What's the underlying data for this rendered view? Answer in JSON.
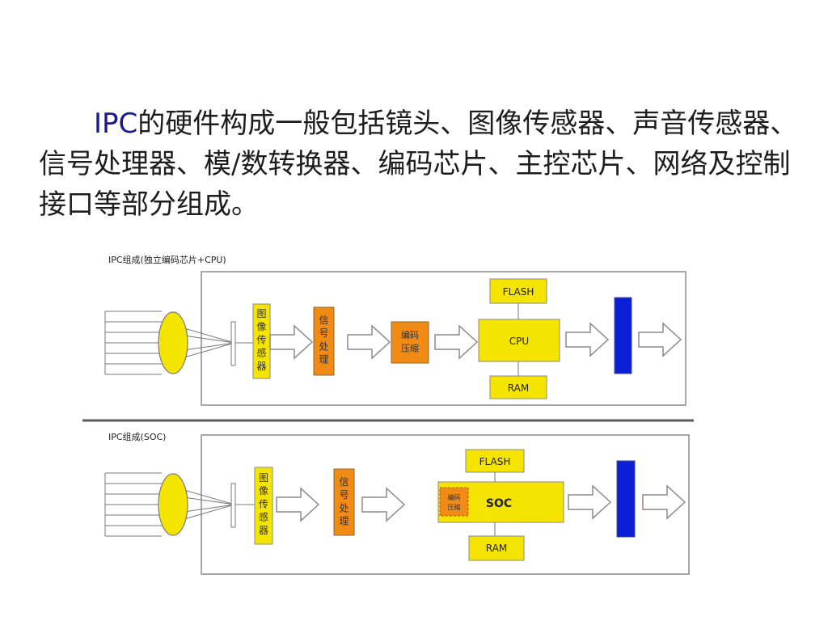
{
  "paragraph": {
    "lead": "IPC",
    "text": "的硬件构成一般包括镜头、图像传感器、声音传感器、信号处理器、模/数转换器、编码芯片、主控芯片、网络及控制接口等部分组成。"
  },
  "diagram_top": {
    "title": "IPC组成(独立编码芯片+CPU)",
    "sensor_label": "图像传感器",
    "signal_label": "信号处理",
    "encode_label": "编码压缩",
    "flash_label": "FLASH",
    "cpu_label": "CPU",
    "ram_label": "RAM"
  },
  "diagram_bottom": {
    "title": "IPC组成(SOC)",
    "sensor_label": "图像传感器",
    "signal_label": "信号处理",
    "encode_label": "编码压缩",
    "flash_label": "FLASH",
    "soc_label": "SOC",
    "ram_label": "RAM"
  },
  "colors": {
    "yellow": "#f5e400",
    "orange": "#f28a16",
    "blue": "#0a1fd6",
    "frame": "#8a8a8a",
    "text_accent": "#1a1a8c"
  }
}
